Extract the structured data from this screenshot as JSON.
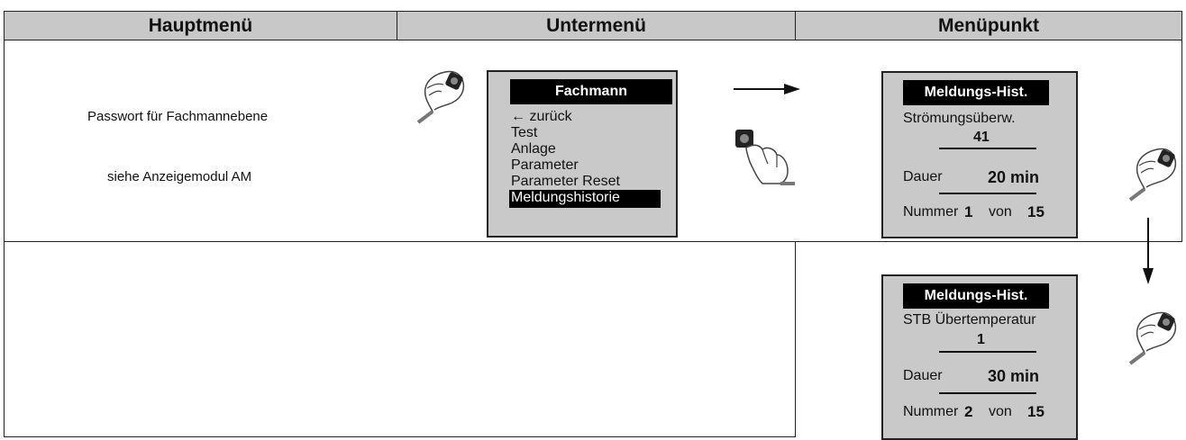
{
  "header": {
    "col1": "Hauptmenü",
    "col2": "Untermenü",
    "col3": "Menüpunkt"
  },
  "left": {
    "line1": "Passwort für  Fachmannebene",
    "line2": "siehe Anzeigemodul AM"
  },
  "submenu": {
    "title": "Fachmann",
    "items": [
      "← zurück",
      "Test",
      "Anlage",
      "Parameter",
      "Parameter Reset"
    ],
    "selected": "Meldungshistorie"
  },
  "history1": {
    "title": "Meldungs-Hist.",
    "message": "Strömungsüberw.",
    "code": "41",
    "duration_label": "Dauer",
    "duration_value": "20 min",
    "number_label": "Nummer",
    "number_value": "1",
    "of_label": "von",
    "total": "15"
  },
  "history2": {
    "title": "Meldungs-Hist.",
    "message": "STB Übertemperatur",
    "code": "1",
    "duration_label": "Dauer",
    "duration_value": "30 min",
    "number_label": "Nummer",
    "number_value": "2",
    "of_label": "von",
    "total": "15"
  },
  "icons": [
    "knob-turn-hand-icon",
    "knob-press-hand-icon",
    "arrow-right-icon",
    "arrow-down-icon"
  ]
}
